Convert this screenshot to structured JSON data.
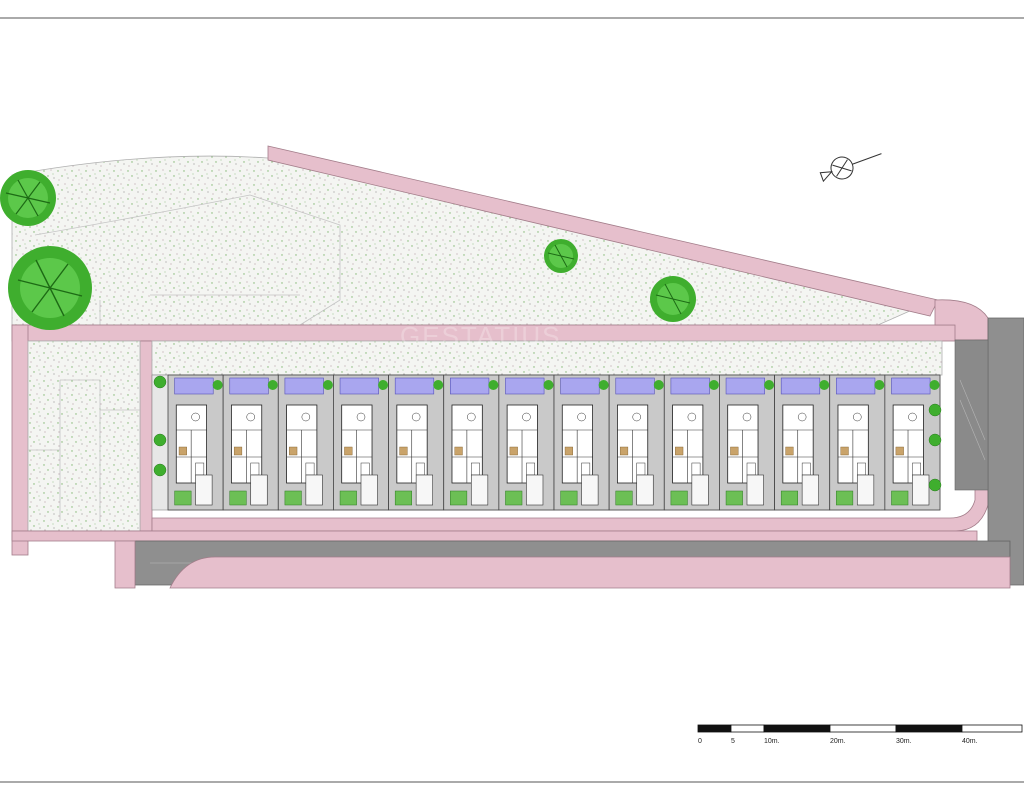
{
  "sheet": {
    "units_count": 14,
    "scale_bar": {
      "labels": [
        "0",
        "5",
        "10m.",
        "20m.",
        "30m.",
        "40m."
      ],
      "values_m": [
        0,
        5,
        10,
        20,
        30,
        40
      ]
    }
  },
  "colors": {
    "sidewalk": "#e6bfcc",
    "sidewalk_edge": "#a37d8a",
    "road": "#8f8f8f",
    "green_area": "#f3f5f1",
    "pool": "#a9a6ef",
    "parcel": "#c9c9c9",
    "tree": "#3fae2e"
  }
}
